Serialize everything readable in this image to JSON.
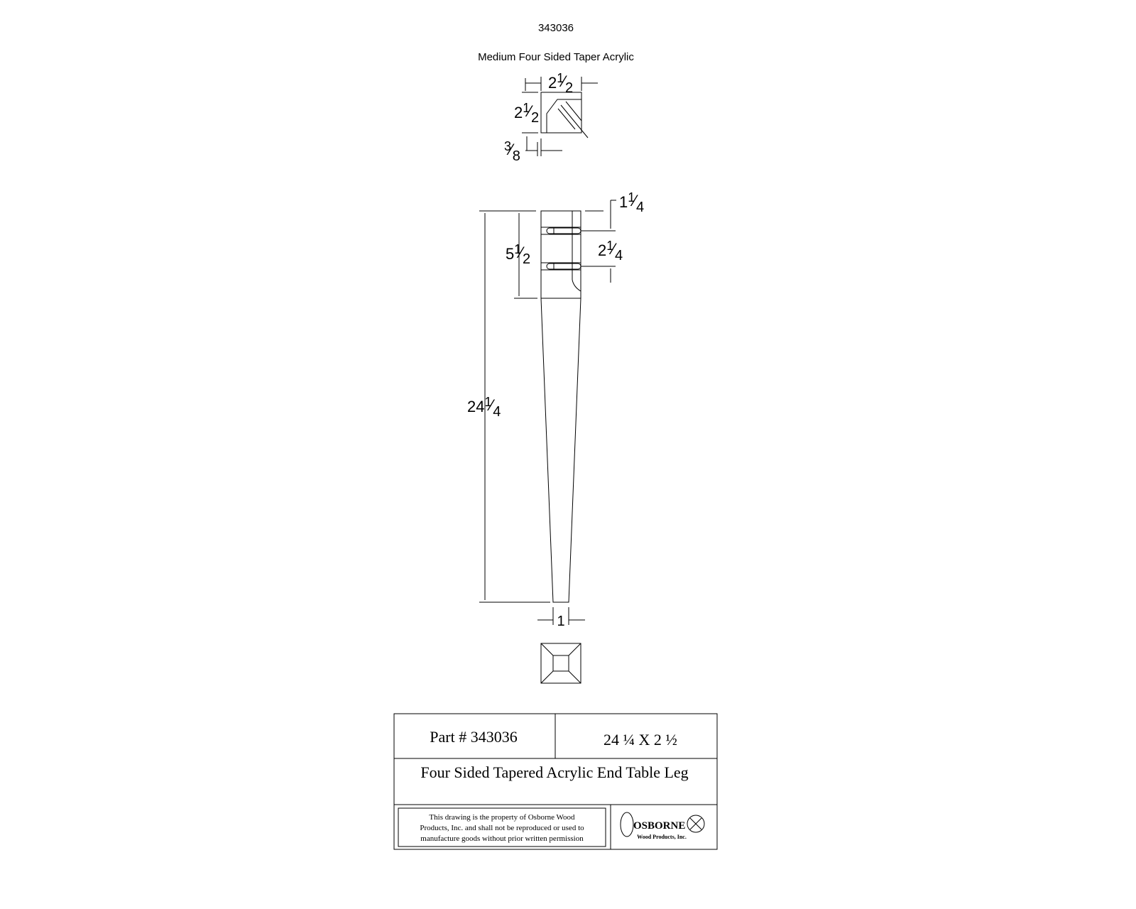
{
  "header": {
    "part_number": "343036",
    "subtitle": "Medium Four Sided Taper Acrylic"
  },
  "dimensions": {
    "top_width": {
      "whole": "2",
      "num": "1",
      "den": "2"
    },
    "top_depth": {
      "whole": "2",
      "num": "1",
      "den": "2"
    },
    "offset": {
      "whole": "",
      "num": "3",
      "den": "8"
    },
    "top_to_first_slot": {
      "whole": "1",
      "num": "1",
      "den": "4"
    },
    "slot_spacing": {
      "whole": "2",
      "num": "1",
      "den": "4"
    },
    "apron_block": {
      "whole": "5",
      "num": "1",
      "den": "2"
    },
    "overall_height": {
      "whole": "24",
      "num": "1",
      "den": "4"
    },
    "foot_width": "1"
  },
  "title_block": {
    "part_label": "Part # 343036",
    "size_label": "24 ¼ X 2 ½",
    "description": "Four Sided Tapered Acrylic End Table Leg",
    "notice_lines": [
      "This drawing is the property of Osborne Wood",
      "Products, Inc. and shall not be reproduced or used to",
      "manufacture goods without prior written permission"
    ],
    "logo_name": "OSBORNE",
    "logo_sub": "Wood Products, Inc."
  }
}
